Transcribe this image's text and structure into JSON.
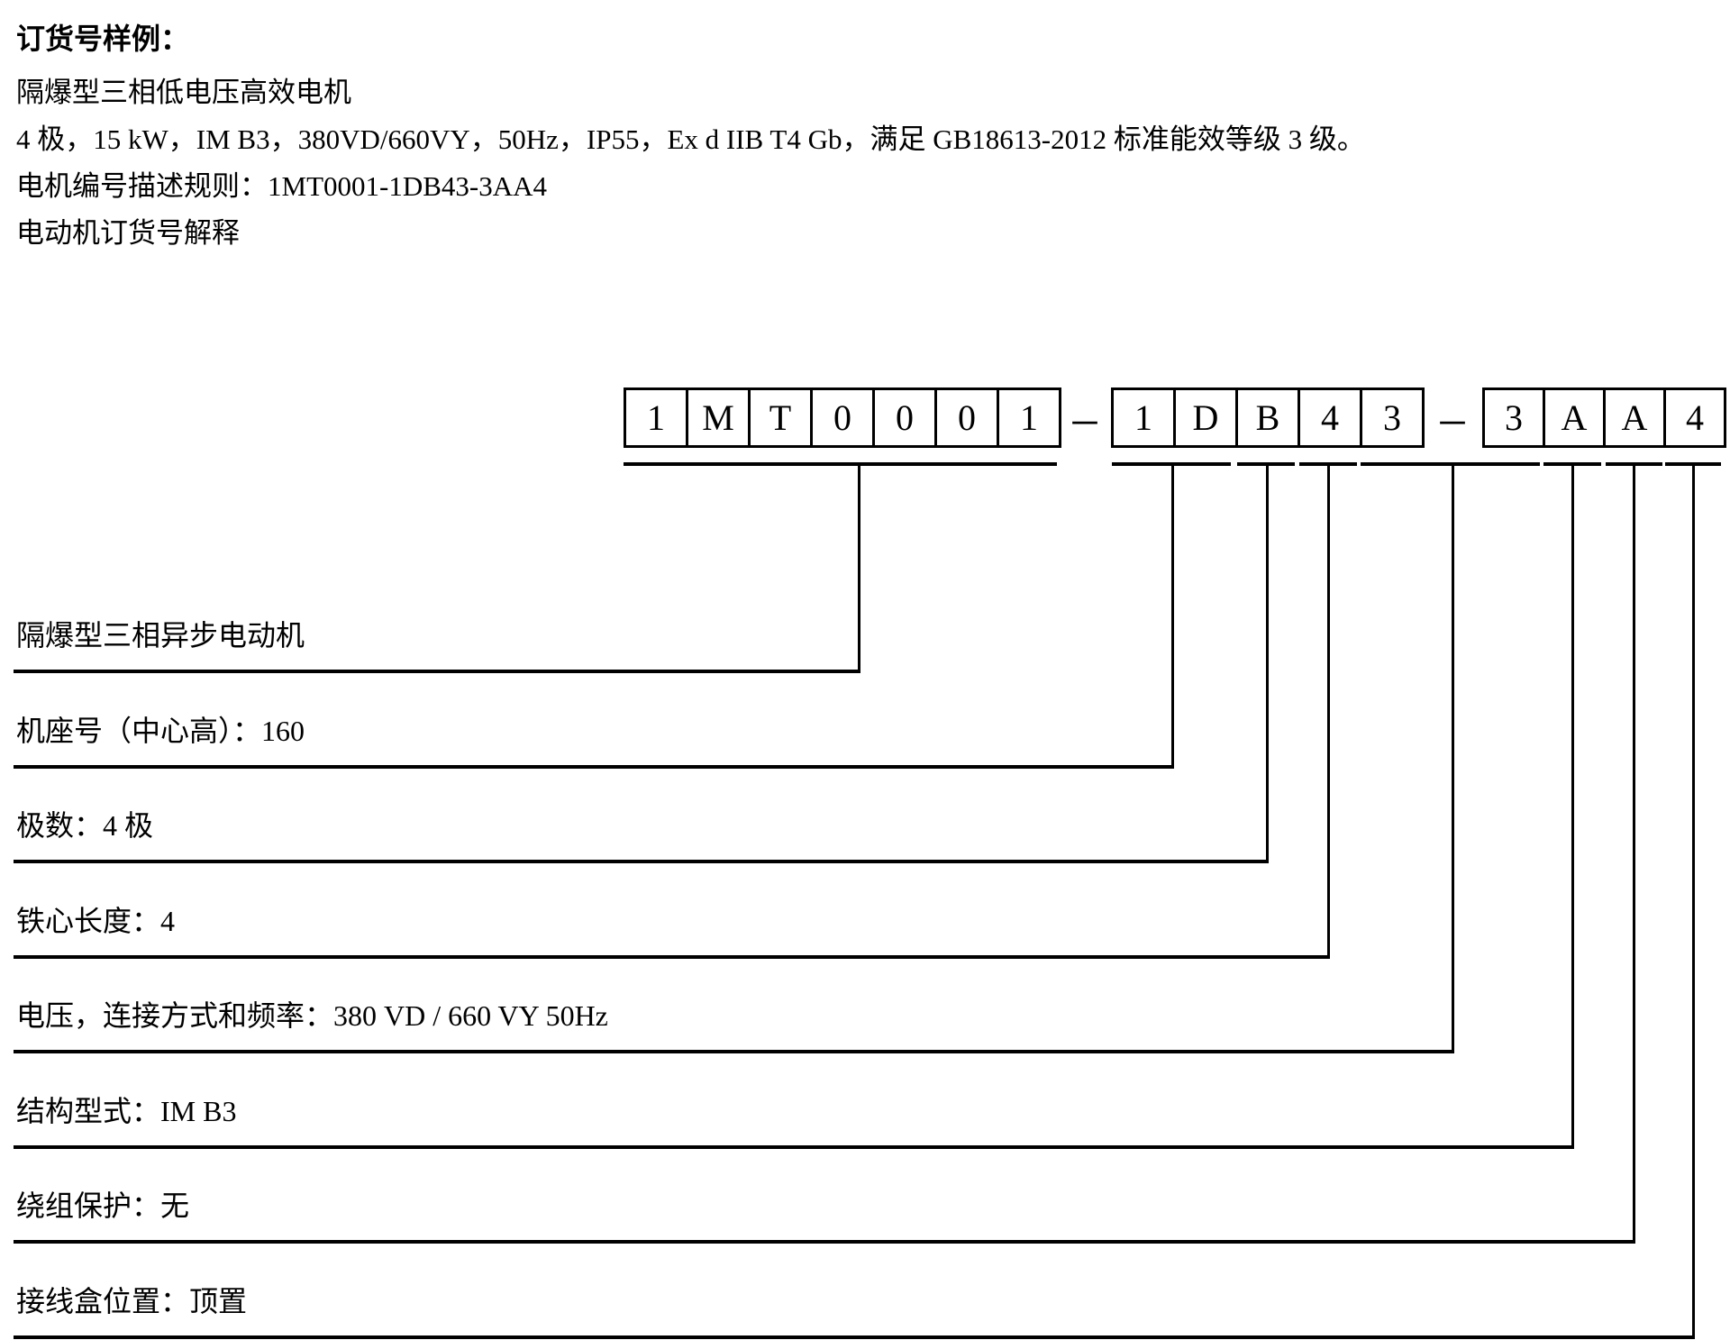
{
  "page": {
    "title": "订货号样例：",
    "intro_lines": [
      "隔爆型三相低电压高效电机",
      "4 极，15 kW，IM B3，380VD/660VY，50Hz，IP55，Ex d IIB T4 Gb，满足 GB18613-2012 标准能效等级 3 级。",
      "电机编号描述规则：1MT0001-1DB43-3AA4",
      "电动机订货号解释"
    ]
  },
  "order_code": {
    "full_code": "1MT0001-1DB43-3AA4",
    "blocks": [
      {
        "chars": [
          "1",
          "M",
          "T",
          "0",
          "0",
          "0",
          "1"
        ]
      },
      {
        "chars": [
          "1",
          "D",
          "B",
          "4",
          "3"
        ]
      },
      {
        "chars": [
          "3",
          "A",
          "A",
          "4"
        ]
      }
    ],
    "separator": "–"
  },
  "legend": [
    {
      "label": "隔爆型三相异步电动机"
    },
    {
      "label": "机座号（中心高）：160"
    },
    {
      "label": "极数：4 极"
    },
    {
      "label": "铁心长度：4"
    },
    {
      "label": "电压，连接方式和频率：380 VD / 660 VY 50Hz"
    },
    {
      "label": "结构型式：IM B3"
    },
    {
      "label": "绕组保护：无"
    },
    {
      "label": "接线盒位置：顶置"
    }
  ],
  "colors": {
    "ink": "#000000",
    "background": "#ffffff"
  }
}
